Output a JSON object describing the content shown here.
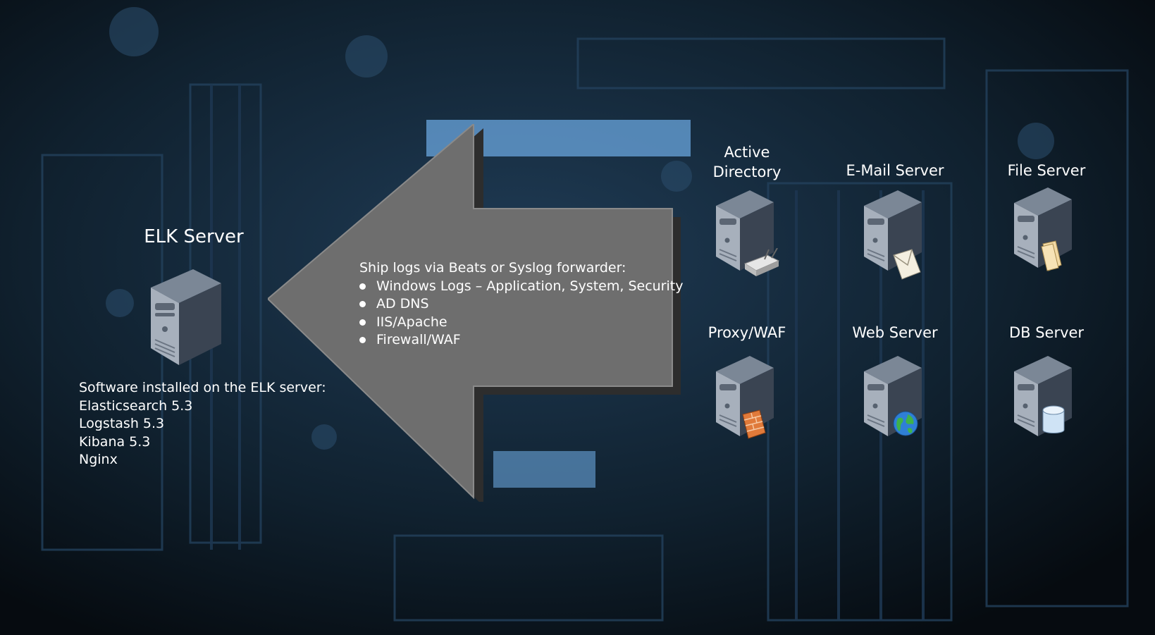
{
  "theme": {
    "background": "#0b1724",
    "accent": "#6aa6dd",
    "arrow_fill": "#6e6e6e",
    "text": "#ffffff"
  },
  "elk": {
    "title": "ELK Server",
    "software_heading": "Software installed on the ELK server:",
    "software": [
      "Elasticsearch 5.3",
      "Logstash 5.3",
      "Kibana 5.3",
      "Nginx"
    ]
  },
  "arrow": {
    "heading": "Ship logs via Beats or Syslog forwarder:",
    "bullets": [
      "Windows Logs – Application, System, Security",
      "AD DNS",
      "IIS/Apache",
      "Firewall/WAF"
    ]
  },
  "servers": {
    "active_directory": {
      "label_line1": "Active",
      "label_line2": "Directory",
      "icon": "router-icon"
    },
    "email": {
      "label": "E-Mail Server",
      "icon": "envelope-icon"
    },
    "file": {
      "label": "File Server",
      "icon": "folder-icon"
    },
    "proxy": {
      "label": "Proxy/WAF",
      "icon": "firewall-icon"
    },
    "web": {
      "label": "Web Server",
      "icon": "globe-icon"
    },
    "db": {
      "label": "DB Server",
      "icon": "database-icon"
    }
  }
}
